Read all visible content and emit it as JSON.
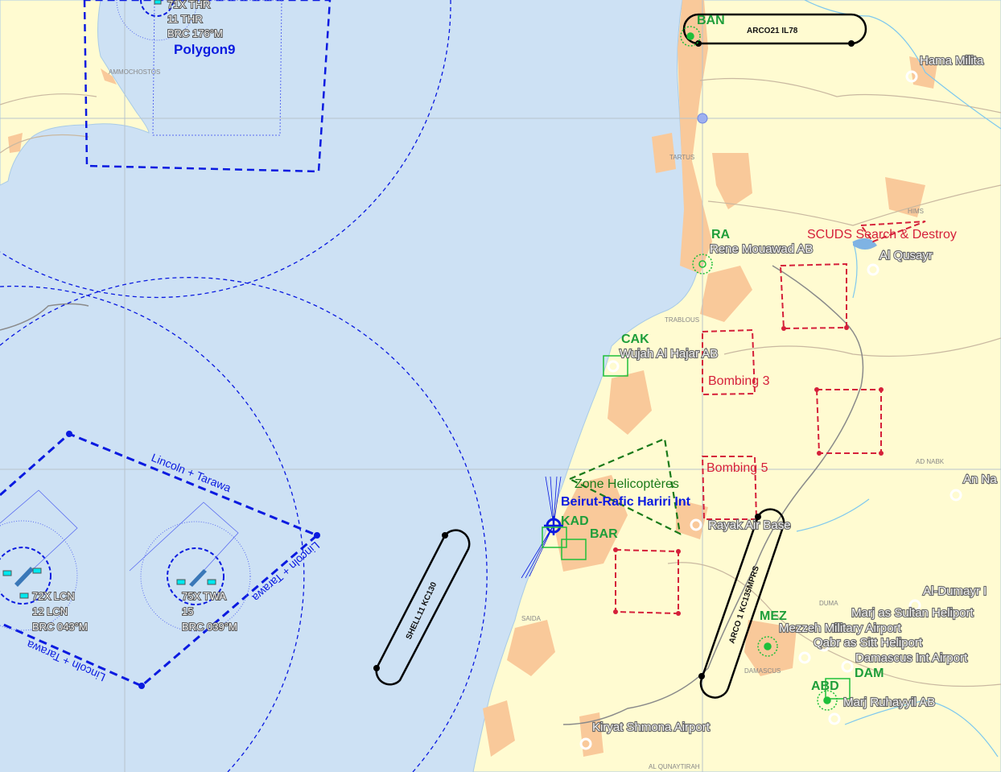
{
  "colors": {
    "sea": "#cde1f4",
    "land": "#fffbd1",
    "urban": "#f9c99a",
    "friendly": "#0a1ae0",
    "zone_red": "#d5203a",
    "zone_green": "#1a7a1a",
    "airbase_code": "#1e9e3a",
    "track": "#000000"
  },
  "zones": {
    "polygon9": "Polygon9",
    "lincoln_tarawa": "Lincoln + Tarawa",
    "scuds": "SCUDS Search & Destroy",
    "bombing3": "Bombing 3",
    "bombing5": "Bombing 5",
    "helicopteres": "Zone Helicoptères"
  },
  "carriers": [
    {
      "line1": "71X THR",
      "line2": "11 THR",
      "line3": "BRC 176°M"
    },
    {
      "line1": "72X LCN",
      "line2": "12 LCN",
      "line3": "BRC 043°M"
    },
    {
      "line1": "75X TWA",
      "line2": "15",
      "line3": "BRC 039°M"
    }
  ],
  "tankers": {
    "arco21": "ARCO21 IL78",
    "shell11": "SHELL11 KC130",
    "arco1": "ARCO 1 KC135MPRS"
  },
  "airbase_codes": {
    "ban": "BAN",
    "ra": "RA",
    "cak": "CAK",
    "kad": "KAD",
    "bar": "BAR",
    "mez": "MEZ",
    "dam": "DAM",
    "abd": "ABD"
  },
  "airbases": {
    "hama": "Hama Milita",
    "rene": "Rene Mouawad AB",
    "qusayr": "Al Qusayr",
    "wujah": "Wujah Al Hajar AB",
    "beirut": "Beirut-Rafic Hariri Int",
    "rayak": "Rayak Air Base",
    "an_na": "An Na",
    "dumayr": "Al-Dumayr I",
    "marj_sultan": "Marj as Sultan Heliport",
    "mezzeh": "Mezzeh Military Airport",
    "qabr": "Qabr as Sitt Heliport",
    "damascus": "Damascus Int Airport",
    "marj_ruhayyil": "Marj Ruhayyil AB",
    "kiryat": "Kiryat Shmona Airport"
  },
  "cities": {
    "ammochostos": "AMMOCHOSTOS",
    "tartus": "TARTUS",
    "trablous": "TRABLOUS",
    "hims": "HIMS",
    "ad_nabk": "AD NABK",
    "duma": "DUMA",
    "damascus": "DAMASCUS",
    "saida": "SAIDA",
    "quneitra": "AL QUNAYTIRAH"
  }
}
